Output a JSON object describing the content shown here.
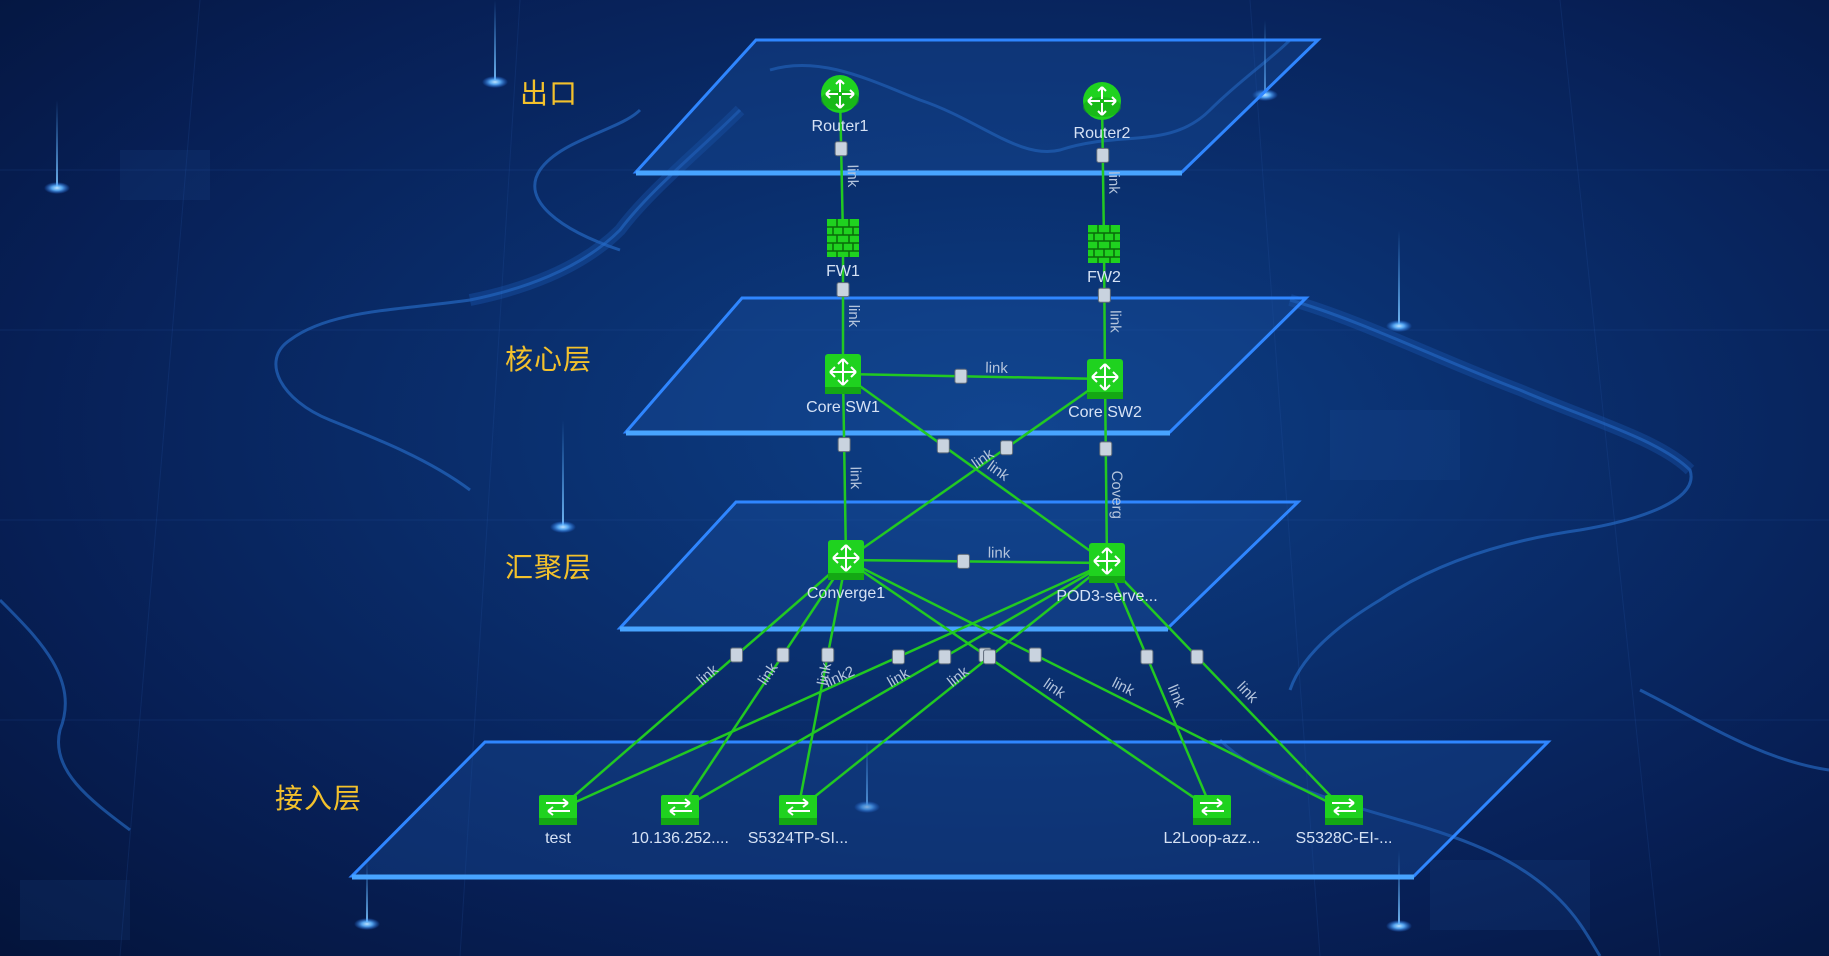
{
  "layers": [
    {
      "id": "exit",
      "label": "出口"
    },
    {
      "id": "core",
      "label": "核心层"
    },
    {
      "id": "aggregation",
      "label": "汇聚层"
    },
    {
      "id": "access",
      "label": "接入层"
    }
  ],
  "nodes": [
    {
      "id": "router1",
      "label": "Router1",
      "icon": "router-icon"
    },
    {
      "id": "router2",
      "label": "Router2",
      "icon": "router-icon"
    },
    {
      "id": "fw1",
      "label": "FW1",
      "icon": "firewall-icon"
    },
    {
      "id": "fw2",
      "label": "FW2",
      "icon": "firewall-icon"
    },
    {
      "id": "coresw1",
      "label": "Core SW1",
      "icon": "core-switch-icon"
    },
    {
      "id": "coresw2",
      "label": "Core SW2",
      "icon": "core-switch-icon"
    },
    {
      "id": "converge1",
      "label": "Converge1",
      "icon": "core-switch-icon"
    },
    {
      "id": "pod3",
      "label": "POD3-serve...",
      "icon": "core-switch-icon"
    },
    {
      "id": "test",
      "label": "test",
      "icon": "access-switch-icon"
    },
    {
      "id": "ip10",
      "label": "10.136.252....",
      "icon": "access-switch-icon"
    },
    {
      "id": "s5324",
      "label": "S5324TP-SI...",
      "icon": "access-switch-icon"
    },
    {
      "id": "l2loop",
      "label": "L2Loop-azz...",
      "icon": "access-switch-icon"
    },
    {
      "id": "s5328",
      "label": "S5328C-EI-...",
      "icon": "access-switch-icon"
    }
  ],
  "links": [
    {
      "from": "router1",
      "to": "fw1",
      "label": "link"
    },
    {
      "from": "router2",
      "to": "fw2",
      "label": "link"
    },
    {
      "from": "fw1",
      "to": "coresw1",
      "label": "link"
    },
    {
      "from": "fw2",
      "to": "coresw2",
      "label": "link"
    },
    {
      "from": "coresw1",
      "to": "coresw2",
      "label": "link"
    },
    {
      "from": "coresw1",
      "to": "converge1",
      "label": "link"
    },
    {
      "from": "coresw1",
      "to": "pod3",
      "label": "link"
    },
    {
      "from": "coresw2",
      "to": "converge1",
      "label": "link"
    },
    {
      "from": "coresw2",
      "to": "pod3",
      "label": "Coverg"
    },
    {
      "from": "converge1",
      "to": "pod3",
      "label": "link"
    },
    {
      "from": "converge1",
      "to": "test",
      "label": "link"
    },
    {
      "from": "converge1",
      "to": "ip10",
      "label": "link"
    },
    {
      "from": "converge1",
      "to": "s5324",
      "label": "link"
    },
    {
      "from": "converge1",
      "to": "l2loop",
      "label": "link"
    },
    {
      "from": "converge1",
      "to": "s5328",
      "label": "link"
    },
    {
      "from": "pod3",
      "to": "test",
      "label": "link2"
    },
    {
      "from": "pod3",
      "to": "ip10",
      "label": "link"
    },
    {
      "from": "pod3",
      "to": "s5324",
      "label": "link"
    },
    {
      "from": "pod3",
      "to": "l2loop",
      "label": "link"
    },
    {
      "from": "pod3",
      "to": "s5328",
      "label": "link"
    }
  ],
  "colors": {
    "background": "#0a2f6e",
    "plane_edge": "#2f86ff",
    "plane_fill": "#1a4fa0",
    "device": "#1fd21f",
    "link_line": "#22c922",
    "layer_label": "#f3c12c",
    "node_label": "#d6e2f5"
  }
}
